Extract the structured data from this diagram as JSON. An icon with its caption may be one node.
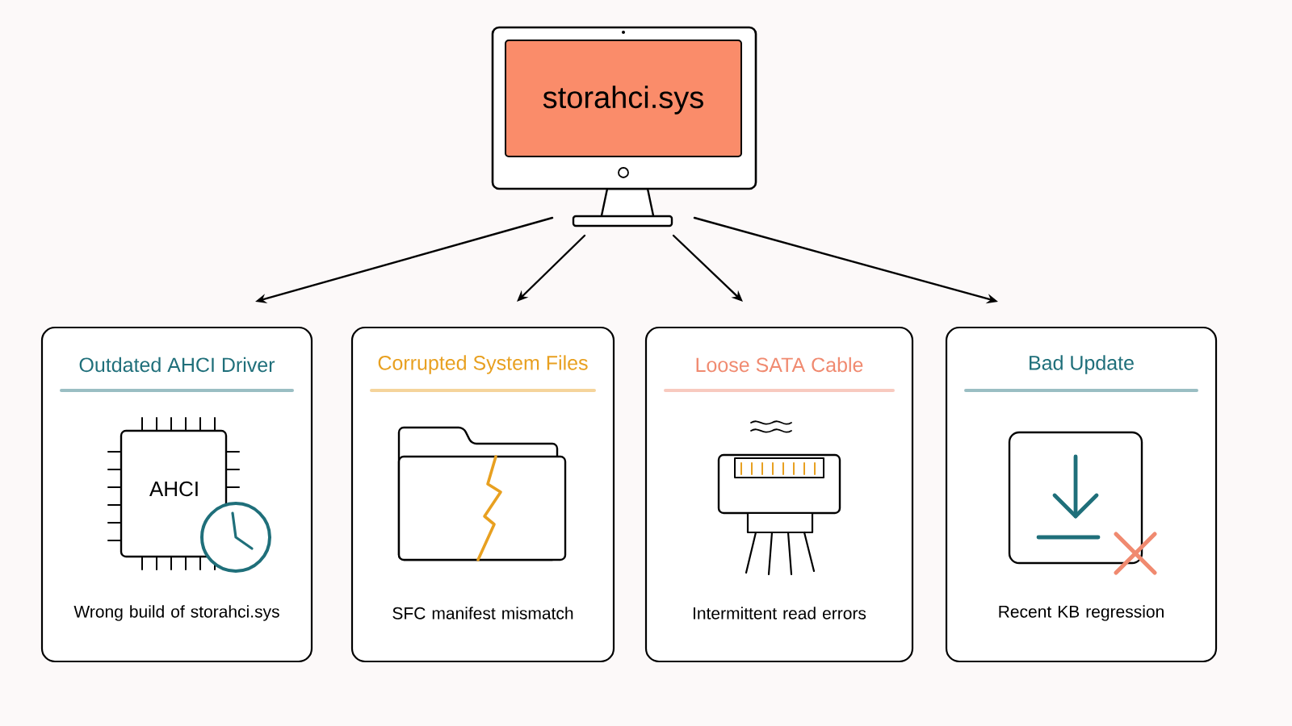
{
  "diagram": {
    "nodes": [
      {
        "text": [
          "storahci.sys"
        ]
      },
      {
        "text": [
          "Outdated AHCI Driver",
          "Wrong build of storahci.sys"
        ]
      },
      {
        "text": [
          "Corrupted System Files",
          "SFC manifest mismatch"
        ]
      },
      {
        "text": [
          "Loose SATA Cable",
          "Intermittent read errors"
        ]
      },
      {
        "text": [
          "Bad Update",
          "Recent KB regression"
        ]
      }
    ],
    "edges": [
      {
        "from": 0,
        "to": 1,
        "arrow": "to"
      },
      {
        "from": 0,
        "to": 2,
        "arrow": "to"
      },
      {
        "from": 0,
        "to": 3,
        "arrow": "to"
      },
      {
        "from": 0,
        "to": 4,
        "arrow": "to"
      }
    ],
    "labels": [
      "AHCI"
    ]
  }
}
